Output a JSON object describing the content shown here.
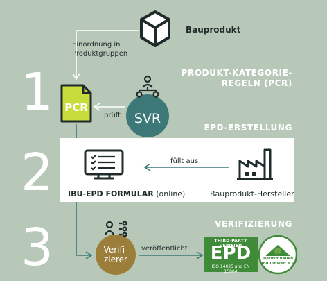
{
  "product": {
    "label": "Bauprodukt",
    "icon": "cube-icon"
  },
  "classification_label": {
    "line1": "Einordnung in",
    "line2": "Produktgruppen"
  },
  "steps": [
    {
      "number": "1",
      "title_line1": "PRODUKT-KATEGORIE-",
      "title_line2": "REGELN (PCR)"
    },
    {
      "number": "2",
      "title": "EPD-ERSTELLUNG"
    },
    {
      "number": "3",
      "title": "VERIFIZIERUNG"
    }
  ],
  "pcr_doc": {
    "label": "PCR",
    "icon": "document-icon"
  },
  "svr": {
    "label": "SVR",
    "icon": "group-people-icon"
  },
  "arrow_pruft": "prüft",
  "formular": {
    "label_bold": "IBU-EPD FORMULAR",
    "label_normal": " (online)",
    "icon": "checklist-form-icon"
  },
  "arrow_fullt": "füllt aus",
  "manufacturer": {
    "label": "Bauprodukt-Hersteller",
    "icon": "factory-icon"
  },
  "verifier": {
    "line1": "Verifi-",
    "line2": "zierer",
    "icon": "person-hierarchy-icon"
  },
  "arrow_veroeffentlicht": "veröffentlicht",
  "epd_badge": {
    "top": "THIRD-PARTY VERIFIED",
    "main": "EPD",
    "bottom": "ISO 14025 and EN 15804",
    "org_line1": "Institut Bauen",
    "org_line2": "und Umwelt e.V.",
    "icon": "house-tree-seal-icon"
  },
  "colors": {
    "background": "#b8c8b8",
    "lime": "#c8dc3c",
    "teal": "#3c7878",
    "gold": "#9a7e3a",
    "dark": "#1f2a2a",
    "epd_green": "#3f8b3a"
  }
}
